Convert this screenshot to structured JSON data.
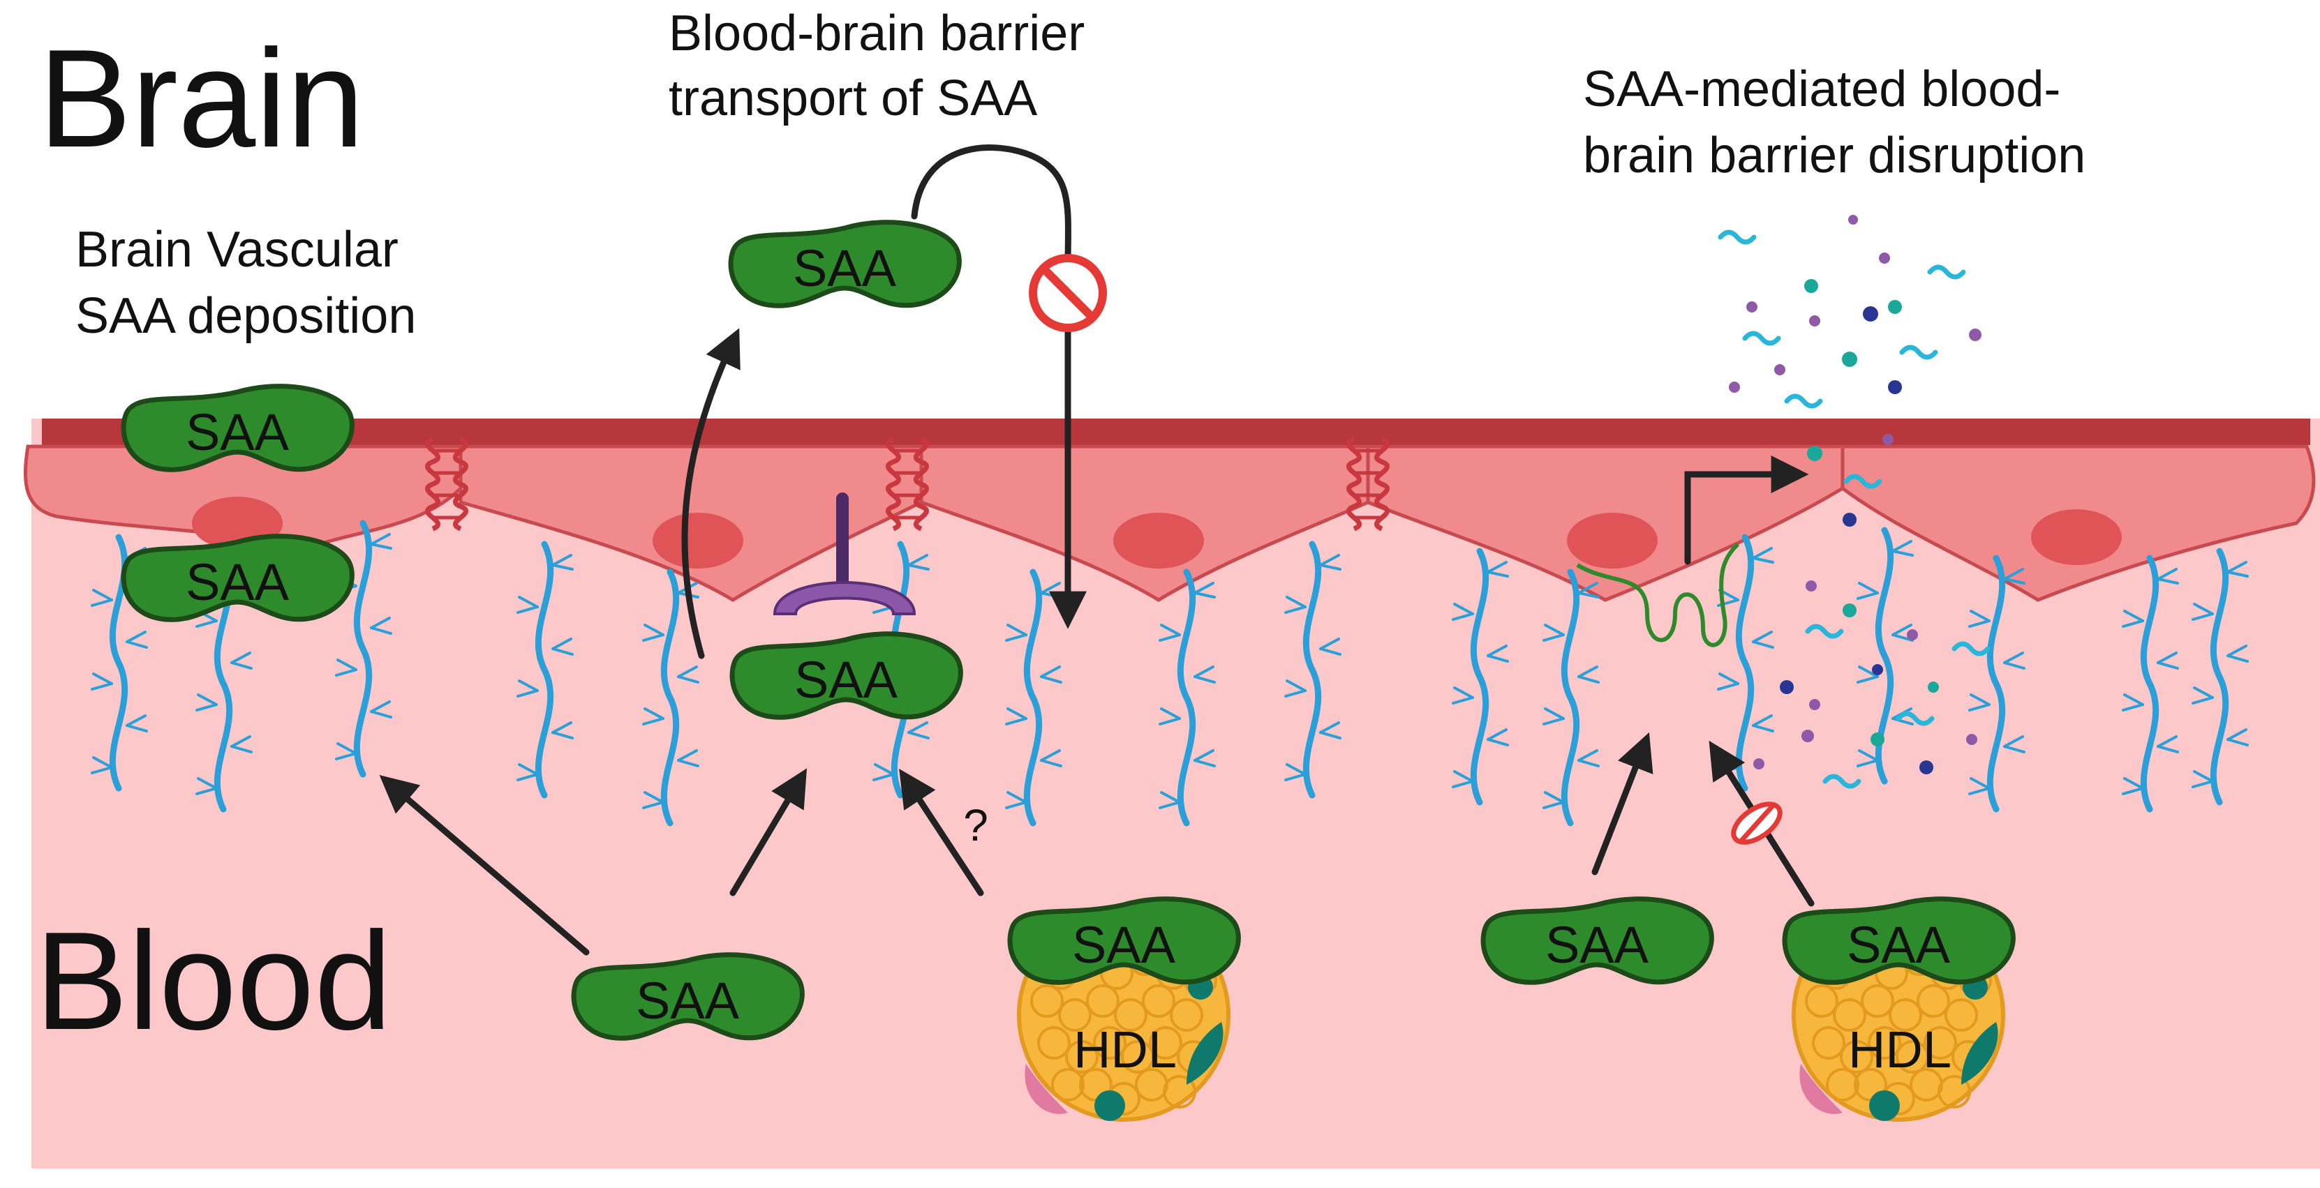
{
  "regions": {
    "top": "Brain",
    "bottom": "Blood"
  },
  "captions": {
    "vascular_1": "Brain Vascular",
    "vascular_2": "SAA deposition",
    "transport_1": "Blood-brain barrier",
    "transport_2": "transport of SAA",
    "disruption_1": "SAA-mediated blood-",
    "disruption_2": "brain barrier disruption"
  },
  "molecules": {
    "saa": "SAA",
    "hdl": "HDL",
    "unknown_mark": "?"
  },
  "colors": {
    "background_blood": "#fcc8c9",
    "endothelium": "#f08a8c",
    "basement_membrane": "#b8373d",
    "nucleus": "#e05458",
    "saa_fill": "#2e8b2c",
    "saa_stroke": "#1c4a18",
    "glycocalyx": "#2a9fd8",
    "hdl_fill": "#f6b73c",
    "inhibit_red": "#e53935",
    "receptor_purple": "#8b57a8"
  },
  "icons": [
    "no-entry-icon",
    "inhibit-slash-icon",
    "receptor-icon",
    "tight-junction-icon",
    "glycocalyx-icon"
  ]
}
